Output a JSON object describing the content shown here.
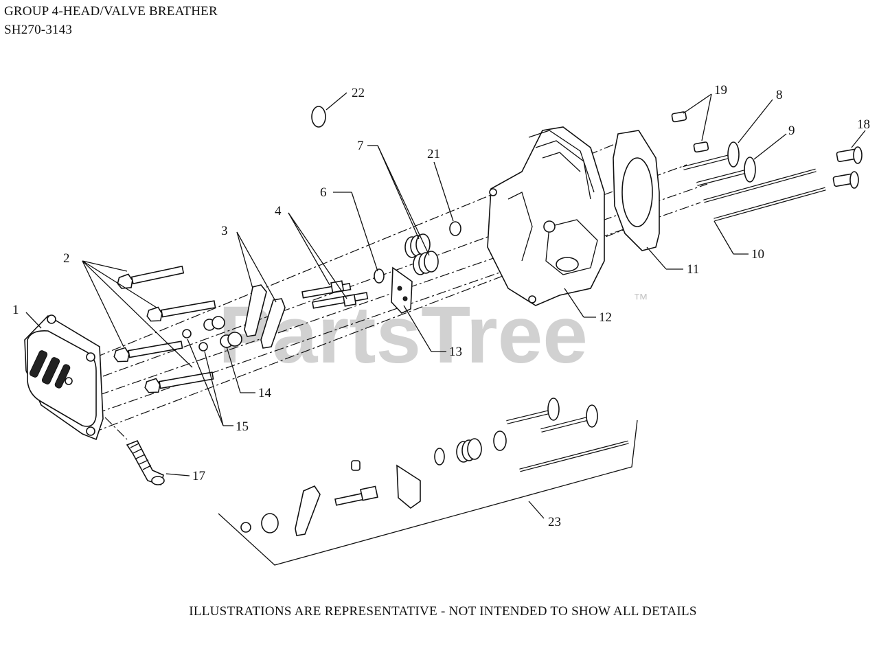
{
  "header": {
    "title": "GROUP 4-HEAD/VALVE BREATHER",
    "model": "SH270-3143"
  },
  "watermark": {
    "text": "PartsTree",
    "trademark": "™"
  },
  "footer": {
    "note": "ILLUSTRATIONS ARE REPRESENTATIVE - NOT INTENDED TO SHOW ALL DETAILS"
  },
  "callouts": [
    "1",
    "2",
    "3",
    "4",
    "6",
    "7",
    "8",
    "9",
    "10",
    "11",
    "12",
    "13",
    "14",
    "15",
    "17",
    "18",
    "19",
    "21",
    "22",
    "23"
  ]
}
